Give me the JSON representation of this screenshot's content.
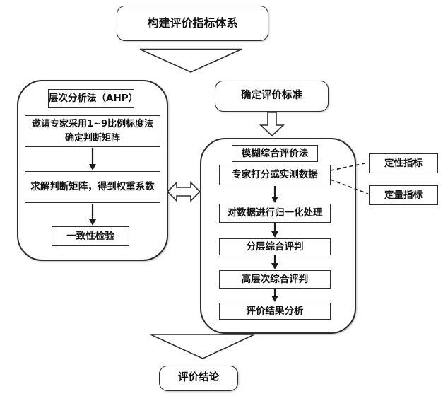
{
  "diagram": {
    "top_box": "构建评价指标体系",
    "ahp_panel": {
      "title": "层次分析法（AHP）",
      "steps": [
        "邀请专家采用1~9比例标度法确定判断矩阵",
        "求解判断矩阵，得到权重系数",
        "一致性检验"
      ]
    },
    "criteria_box": "确定评价标准",
    "fuzzy_panel": {
      "title": "模糊综合评价法",
      "steps": [
        "专家打分或实测数据",
        "对数据进行归一化处理",
        "分层综合评判",
        "高层次综合评判",
        "评价结果分析"
      ]
    },
    "indicators": {
      "qualitative": "定性指标",
      "quantitative": "定量指标"
    },
    "conclusion_box": "评价结论",
    "colors": {
      "stroke": "#2d2d2d",
      "background": "#ffffff",
      "text": "#111111"
    }
  }
}
